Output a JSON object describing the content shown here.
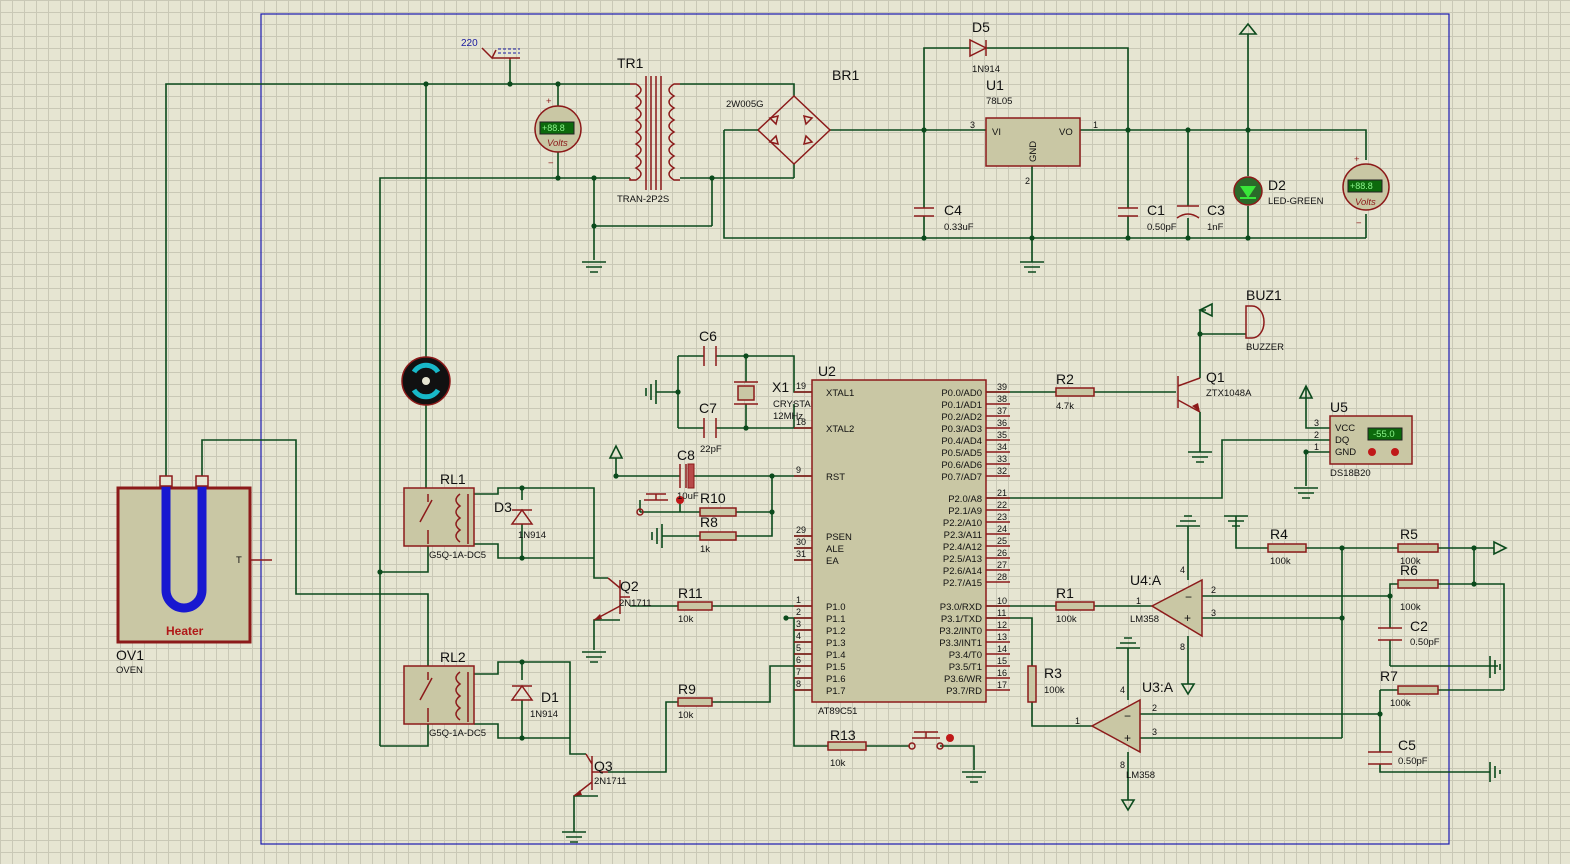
{
  "sheet": {
    "border_color": "#1a1ab0",
    "wire_color": "#0b4a1c",
    "component_color": "#8c1a1a"
  },
  "mains": {
    "value": "220"
  },
  "tr1": {
    "ref": "TR1",
    "part": "TRAN-2P2S"
  },
  "br1": {
    "ref": "BR1",
    "part": "2W005G"
  },
  "d5": {
    "ref": "D5",
    "part": "1N914"
  },
  "u1": {
    "ref": "U1",
    "part": "78L05",
    "vi": "VI",
    "vo": "VO",
    "gnd": "GND",
    "pin_vi": "3",
    "pin_vo": "1",
    "pin_gnd": "2"
  },
  "c4": {
    "ref": "C4",
    "value": "0.33uF"
  },
  "c1": {
    "ref": "C1",
    "value": "0.50pF"
  },
  "c3": {
    "ref": "C3",
    "value": "1nF"
  },
  "d2": {
    "ref": "D2",
    "part": "LED-GREEN"
  },
  "voltmeter": {
    "reading": "+88.8",
    "unit": "Volts",
    "plus": "+",
    "minus": "−"
  },
  "motor": {
    "icon": "motor-icon"
  },
  "ov1": {
    "ref": "OV1",
    "part": "OVEN",
    "heater": "Heater",
    "pin_t": "T"
  },
  "rl1": {
    "ref": "RL1",
    "part": "G5Q-1A-DC5"
  },
  "rl2": {
    "ref": "RL2",
    "part": "G5Q-1A-DC5"
  },
  "d3": {
    "ref": "D3",
    "part": "1N914"
  },
  "d1": {
    "ref": "D1",
    "part": "1N914"
  },
  "q2": {
    "ref": "Q2",
    "part": "2N1711"
  },
  "q3": {
    "ref": "Q3",
    "part": "2N1711"
  },
  "r11": {
    "ref": "R11",
    "value": "10k"
  },
  "r9": {
    "ref": "R9",
    "value": "10k"
  },
  "r10": {
    "ref": "R10"
  },
  "r8": {
    "ref": "R8",
    "value": "1k"
  },
  "r13": {
    "ref": "R13",
    "value": "10k"
  },
  "c6": {
    "ref": "C6"
  },
  "c7": {
    "ref": "C7",
    "value": "22pF"
  },
  "c8": {
    "ref": "C8",
    "value": "10uF"
  },
  "x1": {
    "ref": "X1",
    "part": "CRYSTAL",
    "freq": "12MHz"
  },
  "u2": {
    "ref": "U2",
    "part": "AT89C51",
    "left_pins": [
      {
        "num": "19",
        "name": "XTAL1"
      },
      {
        "num": "18",
        "name": "XTAL2"
      },
      {
        "num": "9",
        "name": "RST"
      },
      {
        "num": "29",
        "name": "PSEN"
      },
      {
        "num": "30",
        "name": "ALE"
      },
      {
        "num": "31",
        "name": "EA"
      },
      {
        "num": "1",
        "name": "P1.0"
      },
      {
        "num": "2",
        "name": "P1.1"
      },
      {
        "num": "3",
        "name": "P1.2"
      },
      {
        "num": "4",
        "name": "P1.3"
      },
      {
        "num": "5",
        "name": "P1.4"
      },
      {
        "num": "6",
        "name": "P1.5"
      },
      {
        "num": "7",
        "name": "P1.6"
      },
      {
        "num": "8",
        "name": "P1.7"
      }
    ],
    "right_pins": [
      {
        "num": "39",
        "name": "P0.0/AD0"
      },
      {
        "num": "38",
        "name": "P0.1/AD1"
      },
      {
        "num": "37",
        "name": "P0.2/AD2"
      },
      {
        "num": "36",
        "name": "P0.3/AD3"
      },
      {
        "num": "35",
        "name": "P0.4/AD4"
      },
      {
        "num": "34",
        "name": "P0.5/AD5"
      },
      {
        "num": "33",
        "name": "P0.6/AD6"
      },
      {
        "num": "32",
        "name": "P0.7/AD7"
      },
      {
        "num": "21",
        "name": "P2.0/A8"
      },
      {
        "num": "22",
        "name": "P2.1/A9"
      },
      {
        "num": "23",
        "name": "P2.2/A10"
      },
      {
        "num": "24",
        "name": "P2.3/A11"
      },
      {
        "num": "25",
        "name": "P2.4/A12"
      },
      {
        "num": "26",
        "name": "P2.5/A13"
      },
      {
        "num": "27",
        "name": "P2.6/A14"
      },
      {
        "num": "28",
        "name": "P2.7/A15"
      },
      {
        "num": "10",
        "name": "P3.0/RXD"
      },
      {
        "num": "11",
        "name": "P3.1/TXD"
      },
      {
        "num": "12",
        "name": "P3.2/INT0"
      },
      {
        "num": "13",
        "name": "P3.3/INT1"
      },
      {
        "num": "14",
        "name": "P3.4/T0"
      },
      {
        "num": "15",
        "name": "P3.5/T1"
      },
      {
        "num": "16",
        "name": "P3.6/WR"
      },
      {
        "num": "17",
        "name": "P3.7/RD"
      }
    ]
  },
  "r2": {
    "ref": "R2",
    "value": "4.7k"
  },
  "q1": {
    "ref": "Q1",
    "part": "ZTX1048A"
  },
  "buz1": {
    "ref": "BUZ1",
    "part": "BUZZER"
  },
  "u5": {
    "ref": "U5",
    "part": "DS18B20",
    "vcc": "VCC",
    "dq": "DQ",
    "gnd": "GND",
    "reading": "-55.0",
    "pin3": "3",
    "pin2": "2",
    "pin1": "1"
  },
  "r4": {
    "ref": "R4",
    "value": "100k"
  },
  "r5": {
    "ref": "R5",
    "value": "100k"
  },
  "r6": {
    "ref": "R6",
    "value": "100k"
  },
  "r7": {
    "ref": "R7",
    "value": "100k"
  },
  "r1": {
    "ref": "R1",
    "value": "100k"
  },
  "r3": {
    "ref": "R3",
    "value": "100k"
  },
  "c2": {
    "ref": "C2",
    "value": "0.50pF"
  },
  "c5": {
    "ref": "C5",
    "value": "0.50pF"
  },
  "u4a": {
    "ref": "U4:A",
    "part": "LM358",
    "p1": "1",
    "p2": "2",
    "p3": "3",
    "p4": "4",
    "p8": "8"
  },
  "u3a": {
    "ref": "U3:A",
    "part": "LM358",
    "p1": "1",
    "p2": "2",
    "p3": "3",
    "p4": "4",
    "p8": "8"
  }
}
